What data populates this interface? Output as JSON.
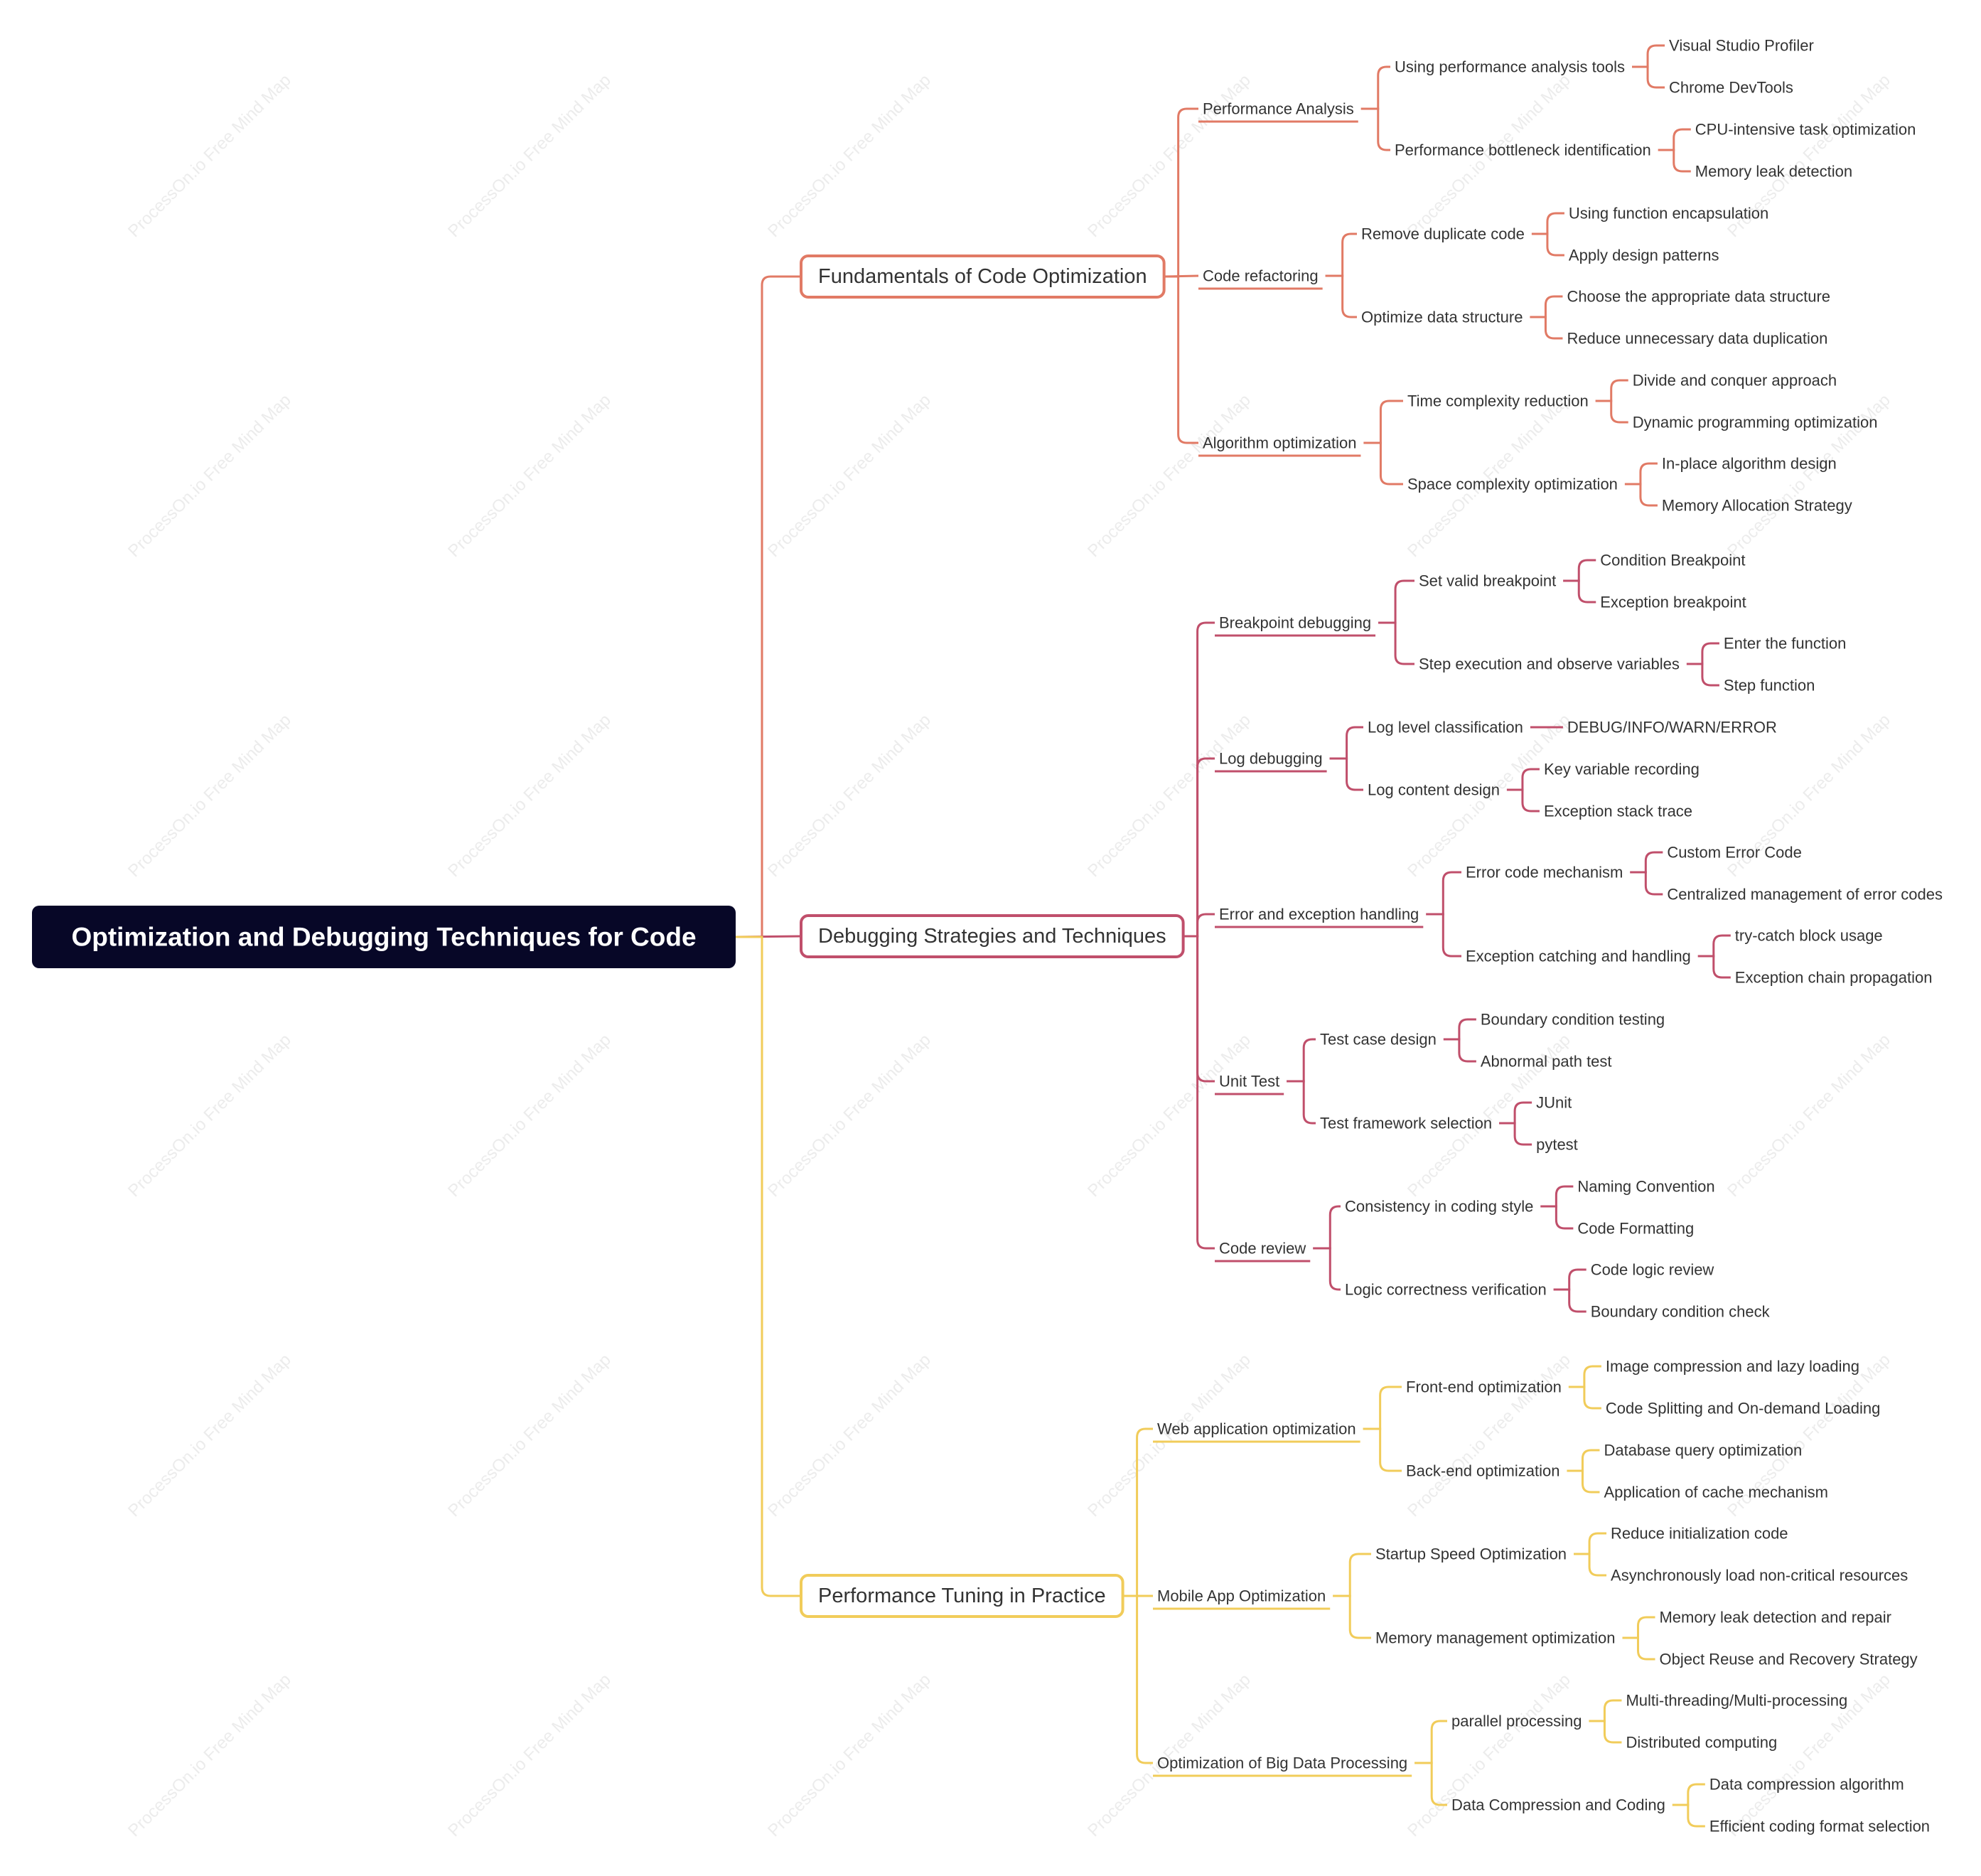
{
  "colors": {
    "root_bg": "#070727",
    "root_text": "#ffffff",
    "branch_1": "#e17a65",
    "branch_2": "#c04f6b",
    "branch_3": "#f1cc5a",
    "text": "#333333"
  },
  "watermark": "ProcessOn.io Free Mind Map",
  "root": {
    "label": "Optimization and Debugging Techniques for Code",
    "children": [
      {
        "label": "Fundamentals of Code Optimization",
        "children": [
          {
            "label": "Performance Analysis",
            "children": [
              {
                "label": "Using performance analysis tools",
                "children": [
                  {
                    "label": "Visual Studio Profiler"
                  },
                  {
                    "label": "Chrome DevTools"
                  }
                ]
              },
              {
                "label": "Performance bottleneck identification",
                "children": [
                  {
                    "label": "CPU-intensive task optimization"
                  },
                  {
                    "label": "Memory leak detection"
                  }
                ]
              }
            ]
          },
          {
            "label": "Code refactoring",
            "children": [
              {
                "label": "Remove duplicate code",
                "children": [
                  {
                    "label": "Using function encapsulation"
                  },
                  {
                    "label": "Apply design patterns"
                  }
                ]
              },
              {
                "label": "Optimize data structure",
                "children": [
                  {
                    "label": "Choose the appropriate data structure"
                  },
                  {
                    "label": "Reduce unnecessary data duplication"
                  }
                ]
              }
            ]
          },
          {
            "label": "Algorithm optimization",
            "children": [
              {
                "label": "Time complexity reduction",
                "children": [
                  {
                    "label": "Divide and conquer approach"
                  },
                  {
                    "label": "Dynamic programming optimization"
                  }
                ]
              },
              {
                "label": "Space complexity optimization",
                "children": [
                  {
                    "label": "In-place algorithm design"
                  },
                  {
                    "label": "Memory Allocation Strategy"
                  }
                ]
              }
            ]
          }
        ]
      },
      {
        "label": "Debugging Strategies and Techniques",
        "children": [
          {
            "label": "Breakpoint debugging",
            "children": [
              {
                "label": "Set valid breakpoint",
                "children": [
                  {
                    "label": "Condition Breakpoint"
                  },
                  {
                    "label": "Exception breakpoint"
                  }
                ]
              },
              {
                "label": "Step execution and observe variables",
                "children": [
                  {
                    "label": "Enter the function"
                  },
                  {
                    "label": "Step function"
                  }
                ]
              }
            ]
          },
          {
            "label": "Log debugging",
            "children": [
              {
                "label": "Log level classification",
                "children": [
                  {
                    "label": "DEBUG/INFO/WARN/ERROR"
                  }
                ]
              },
              {
                "label": "Log content design",
                "children": [
                  {
                    "label": "Key variable recording"
                  },
                  {
                    "label": "Exception stack trace"
                  }
                ]
              }
            ]
          },
          {
            "label": "Error and exception handling",
            "children": [
              {
                "label": "Error code mechanism",
                "children": [
                  {
                    "label": "Custom Error Code"
                  },
                  {
                    "label": "Centralized management of error codes"
                  }
                ]
              },
              {
                "label": "Exception catching and handling",
                "children": [
                  {
                    "label": "try-catch block usage"
                  },
                  {
                    "label": "Exception chain propagation"
                  }
                ]
              }
            ]
          },
          {
            "label": "Unit Test",
            "children": [
              {
                "label": "Test case design",
                "children": [
                  {
                    "label": "Boundary condition testing"
                  },
                  {
                    "label": "Abnormal path test"
                  }
                ]
              },
              {
                "label": "Test framework selection",
                "children": [
                  {
                    "label": "JUnit"
                  },
                  {
                    "label": "pytest"
                  }
                ]
              }
            ]
          },
          {
            "label": "Code review",
            "children": [
              {
                "label": "Consistency in coding style",
                "children": [
                  {
                    "label": "Naming Convention"
                  },
                  {
                    "label": "Code Formatting"
                  }
                ]
              },
              {
                "label": "Logic correctness verification",
                "children": [
                  {
                    "label": "Code logic review"
                  },
                  {
                    "label": "Boundary condition check"
                  }
                ]
              }
            ]
          }
        ]
      },
      {
        "label": "Performance Tuning in Practice",
        "children": [
          {
            "label": "Web application optimization",
            "children": [
              {
                "label": "Front-end optimization",
                "children": [
                  {
                    "label": "Image compression and lazy loading"
                  },
                  {
                    "label": "Code Splitting and On-demand Loading"
                  }
                ]
              },
              {
                "label": "Back-end optimization",
                "children": [
                  {
                    "label": "Database query optimization"
                  },
                  {
                    "label": "Application of cache mechanism"
                  }
                ]
              }
            ]
          },
          {
            "label": "Mobile App Optimization",
            "children": [
              {
                "label": "Startup Speed Optimization",
                "children": [
                  {
                    "label": "Reduce initialization code"
                  },
                  {
                    "label": "Asynchronously load non-critical resources"
                  }
                ]
              },
              {
                "label": "Memory management optimization",
                "children": [
                  {
                    "label": "Memory leak detection and repair"
                  },
                  {
                    "label": "Object Reuse and Recovery Strategy"
                  }
                ]
              }
            ]
          },
          {
            "label": "Optimization of Big Data Processing",
            "children": [
              {
                "label": "parallel processing",
                "children": [
                  {
                    "label": "Multi-threading/Multi-processing"
                  },
                  {
                    "label": "Distributed computing"
                  }
                ]
              },
              {
                "label": "Data Compression and Coding",
                "children": [
                  {
                    "label": "Data compression algorithm"
                  },
                  {
                    "label": "Efficient coding format selection"
                  }
                ]
              }
            ]
          }
        ]
      }
    ]
  }
}
